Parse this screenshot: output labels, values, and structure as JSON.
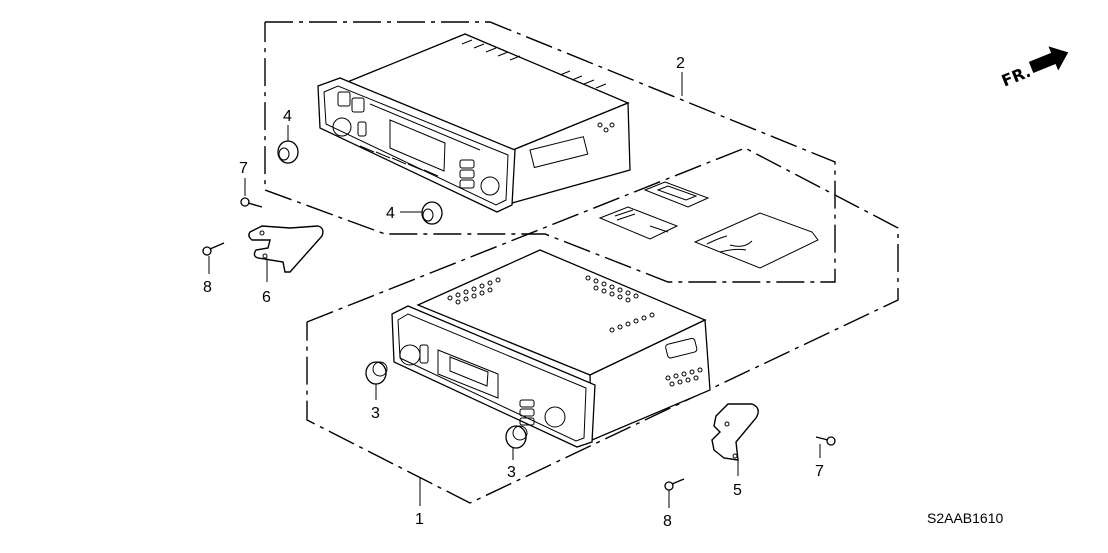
{
  "diagram": {
    "title": "Audio Unit parts diagram",
    "figure_code": "S2AAB1610",
    "direction_indicator": {
      "label": "FR.",
      "icon": "arrow-right-icon"
    },
    "callouts": [
      {
        "id": "c1",
        "number": "1",
        "part": "audio-unit-assembly"
      },
      {
        "id": "c2",
        "number": "2",
        "part": "audio-unit-kit"
      },
      {
        "id": "c3a",
        "number": "3",
        "part": "knob"
      },
      {
        "id": "c3b",
        "number": "3",
        "part": "knob"
      },
      {
        "id": "c4a",
        "number": "4",
        "part": "knob"
      },
      {
        "id": "c4b",
        "number": "4",
        "part": "knob"
      },
      {
        "id": "c5",
        "number": "5",
        "part": "bracket-right"
      },
      {
        "id": "c6",
        "number": "6",
        "part": "bracket-left"
      },
      {
        "id": "c7a",
        "number": "7",
        "part": "bolt"
      },
      {
        "id": "c7b",
        "number": "7",
        "part": "bolt"
      },
      {
        "id": "c8a",
        "number": "8",
        "part": "screw"
      },
      {
        "id": "c8b",
        "number": "8",
        "part": "screw"
      }
    ]
  }
}
